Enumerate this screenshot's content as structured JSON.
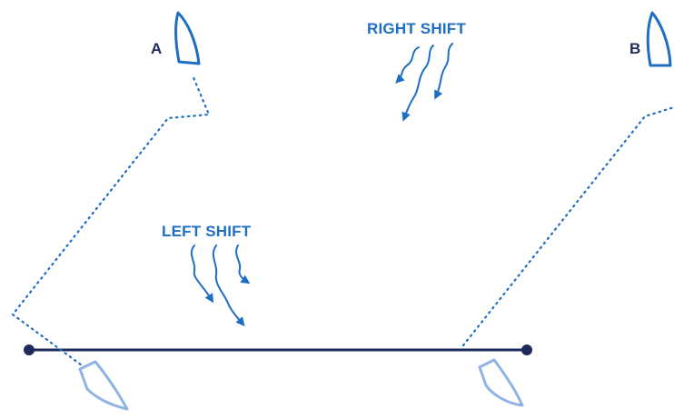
{
  "boats": {
    "a_label": "A",
    "b_label": "B"
  },
  "shifts": {
    "right_label": "RIGHT SHIFT",
    "left_label": "LEFT SHIFT"
  },
  "colors": {
    "start_line": "#1f2a5c",
    "boat_finish": "#1e6fc4",
    "boat_start": "#8fb4e4",
    "track": "#1e6fc4",
    "wind_arrow": "#1e6fc4",
    "label_dark": "#1f2a5c"
  },
  "icons": {
    "boat": "sailboat-hull-icon",
    "wind": "wavy-arrow-icon",
    "mark": "dot-icon"
  }
}
